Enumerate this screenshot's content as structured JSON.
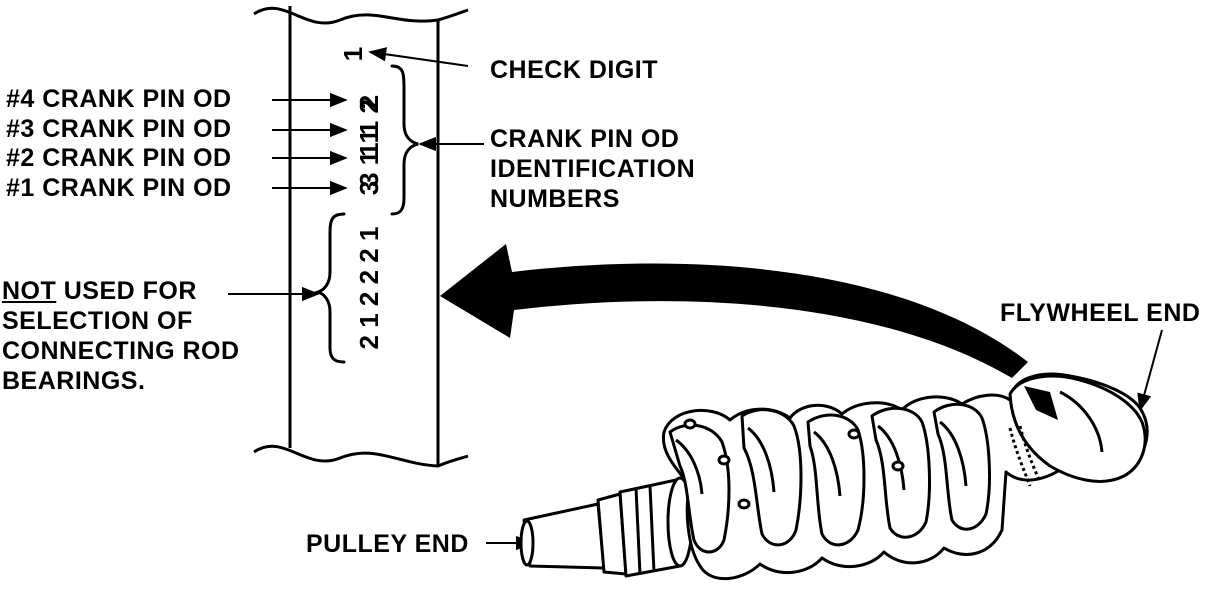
{
  "labels": {
    "check_digit": "CHECK DIGIT",
    "crank_pin_4": "#4  CRANK PIN OD",
    "crank_pin_3": "#3  CRANK PIN OD",
    "crank_pin_2": "#2  CRANK PIN OD",
    "crank_pin_1": "#1  CRANK PIN OD",
    "crank_pin_ids": [
      "CRANK PIN OD",
      "IDENTIFICATION",
      "NUMBERS"
    ],
    "not_used_prefix": "NOT",
    "not_used_rest": " USED FOR",
    "not_used_lines": [
      "SELECTION OF",
      "CONNECTING ROD",
      "BEARINGS."
    ],
    "flywheel_end": "FLYWHEEL END",
    "pulley_end": "PULLEY END"
  },
  "stamp_code": {
    "check_digit": "1",
    "crank_pin_digits": [
      "2",
      "1 1 2",
      "3 1 1",
      "3"
    ],
    "unused_digits": "2 1 2 2 2 1"
  }
}
